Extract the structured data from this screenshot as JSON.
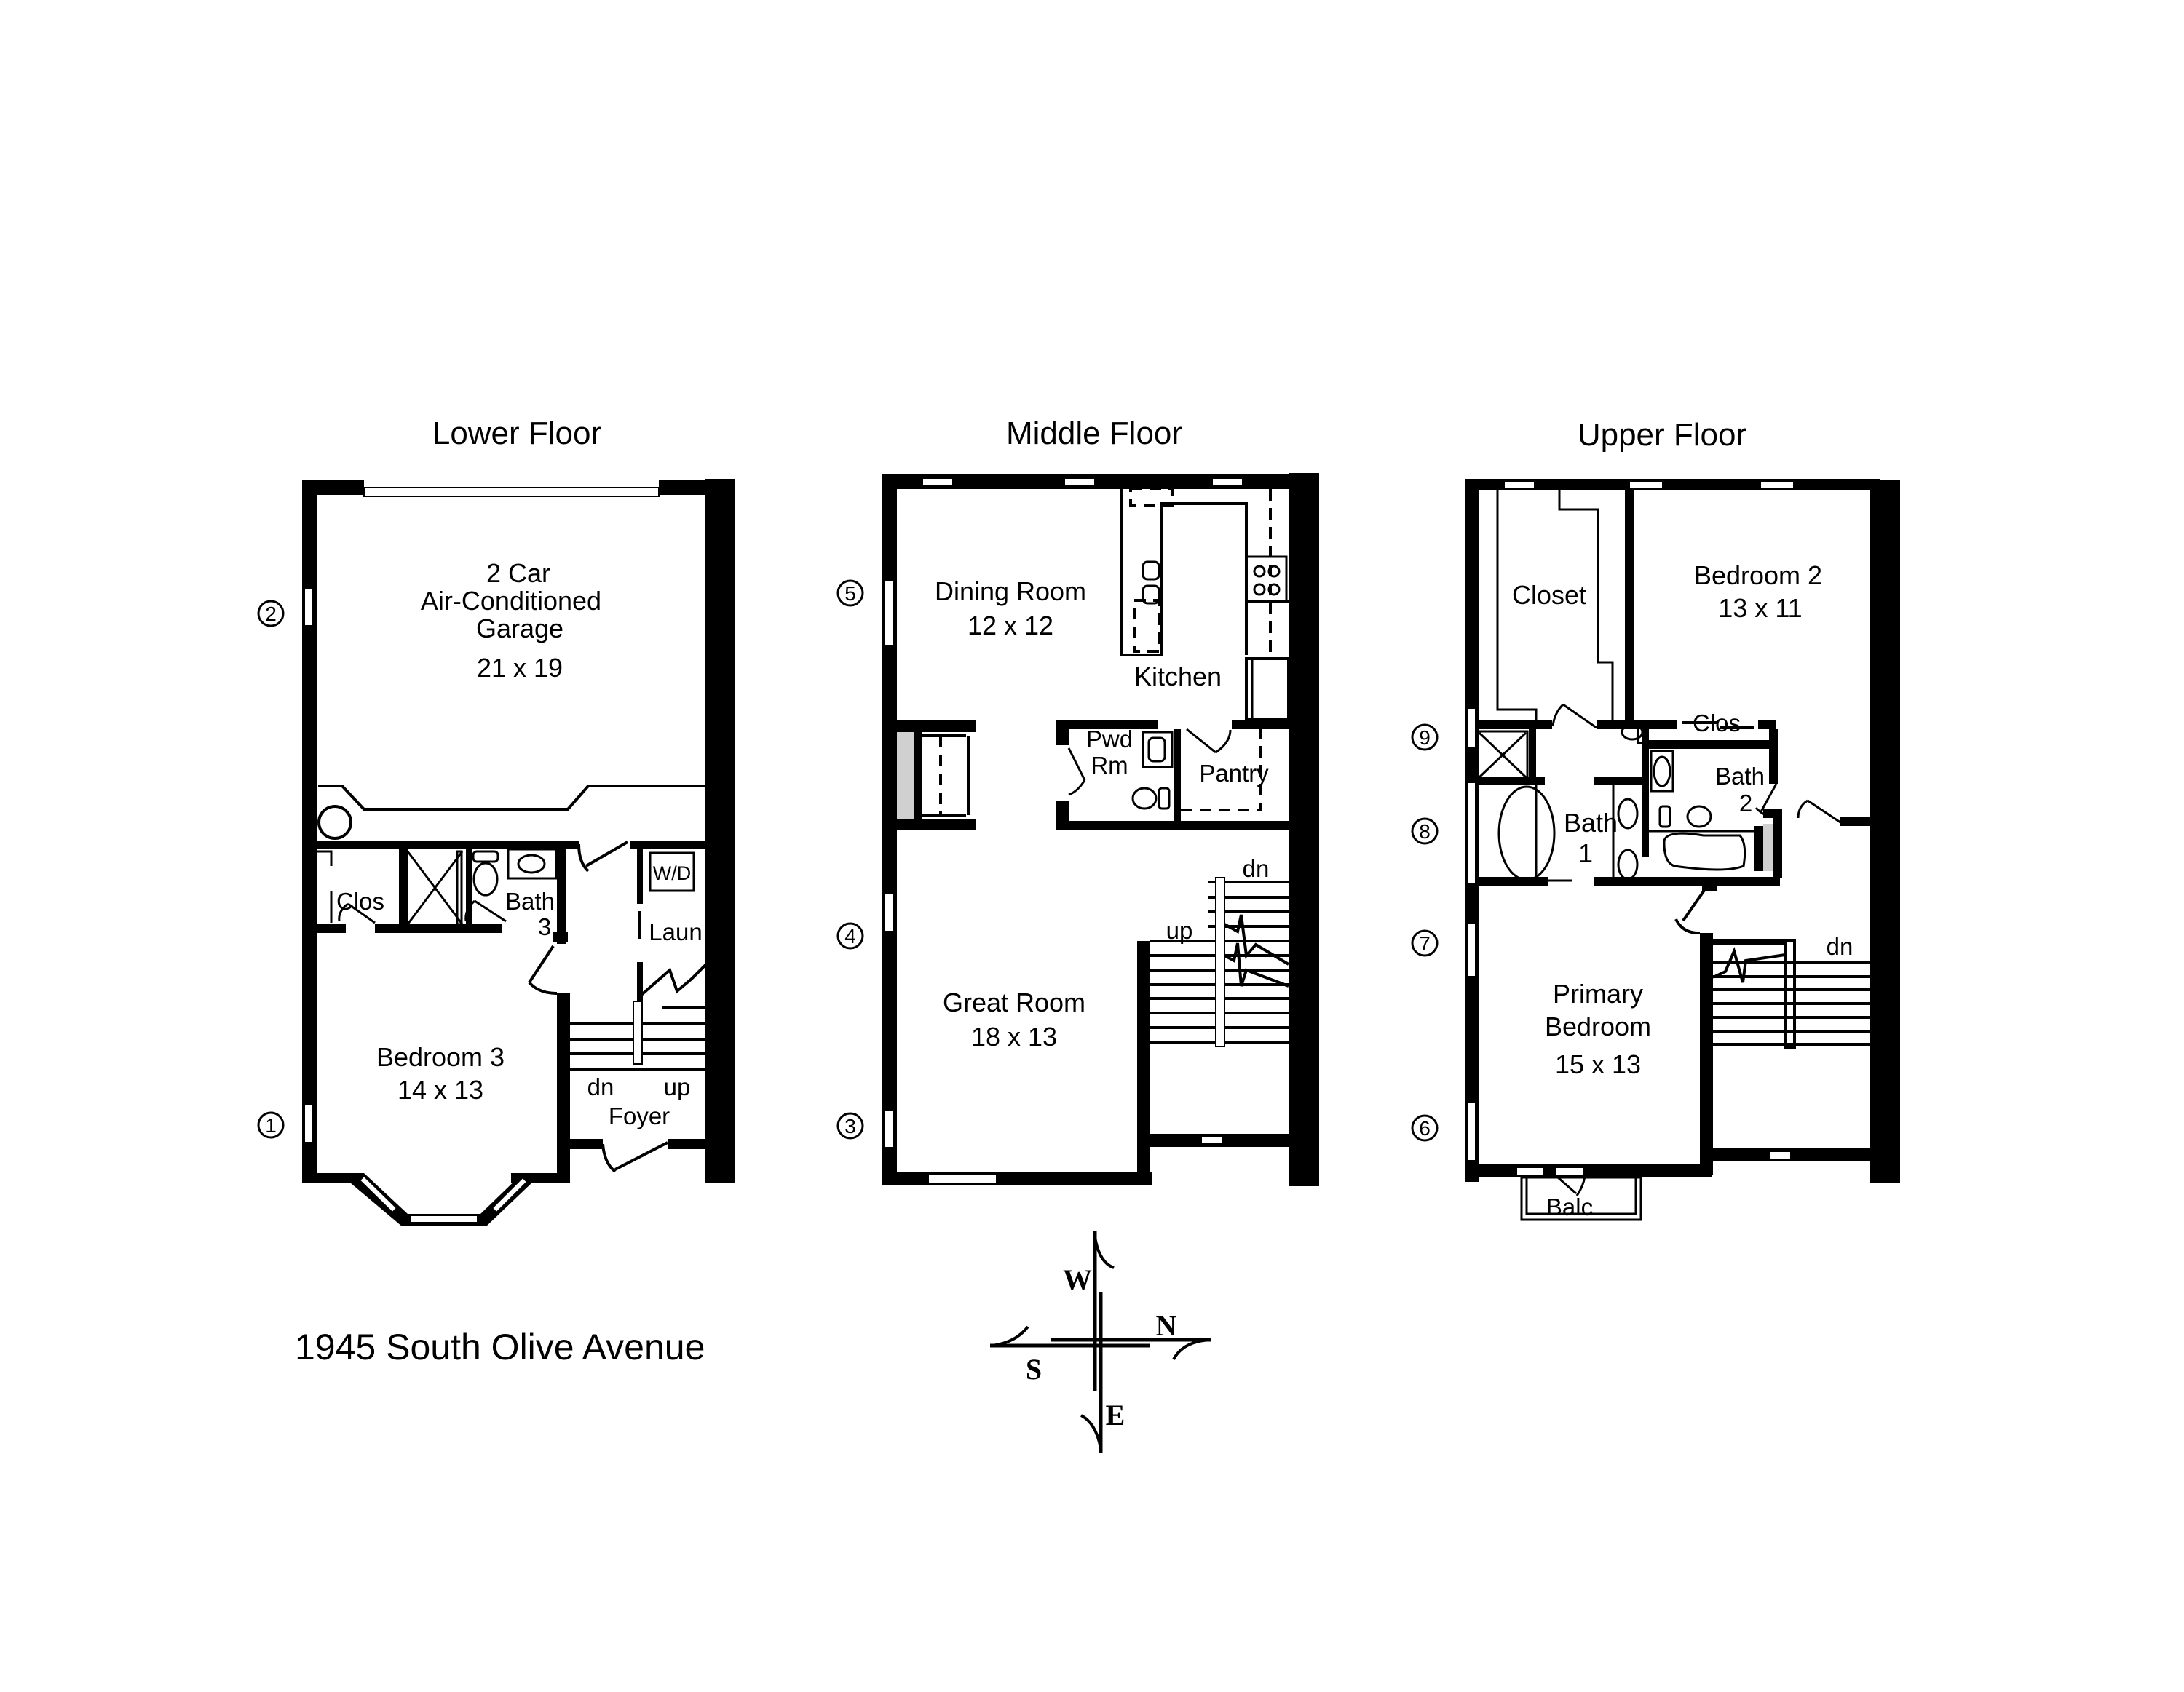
{
  "address": "1945 South Olive Avenue",
  "floors": {
    "lower": {
      "title": "Lower Floor",
      "rooms": {
        "garage_line1": "2 Car",
        "garage_line2": "Air-Conditioned",
        "garage_line3": "Garage",
        "garage_dims": "21  x  19",
        "clos": "Clos",
        "bath_line1": "Bath",
        "bath_line2": "3",
        "wd": "W/D",
        "laun": "Laun",
        "bedroom_name": "Bedroom 3",
        "bedroom_dims": "14  x  13",
        "stair_dn": "dn",
        "stair_up": "up",
        "foyer": "Foyer"
      },
      "markers": [
        "2",
        "1"
      ]
    },
    "middle": {
      "title": "Middle Floor",
      "rooms": {
        "dining_name": "Dining Room",
        "dining_dims": "12  x  12",
        "kitchen": "Kitchen",
        "pwd_line1": "Pwd",
        "pwd_line2": "Rm",
        "pantry": "Pantry",
        "great_name": "Great Room",
        "great_dims": "18  x  13",
        "stair_dn": "dn",
        "stair_up": "up"
      },
      "markers": [
        "5",
        "4",
        "3"
      ]
    },
    "upper": {
      "title": "Upper Floor",
      "rooms": {
        "closet": "Closet",
        "bedroom2_name": "Bedroom 2",
        "bedroom2_dims": "13  x  11",
        "clos": "Clos",
        "bath2_line1": "Bath",
        "bath2_line2": "2",
        "bath1_line1": "Bath",
        "bath1_line2": "1",
        "primary_line1": "Primary",
        "primary_line2": "Bedroom",
        "primary_dims": "15  x  13",
        "balc": "Balc",
        "stair_dn": "dn"
      },
      "markers": [
        "9",
        "8",
        "7",
        "6"
      ]
    }
  },
  "compass": {
    "north": "N",
    "south": "S",
    "east": "E",
    "west": "W"
  }
}
